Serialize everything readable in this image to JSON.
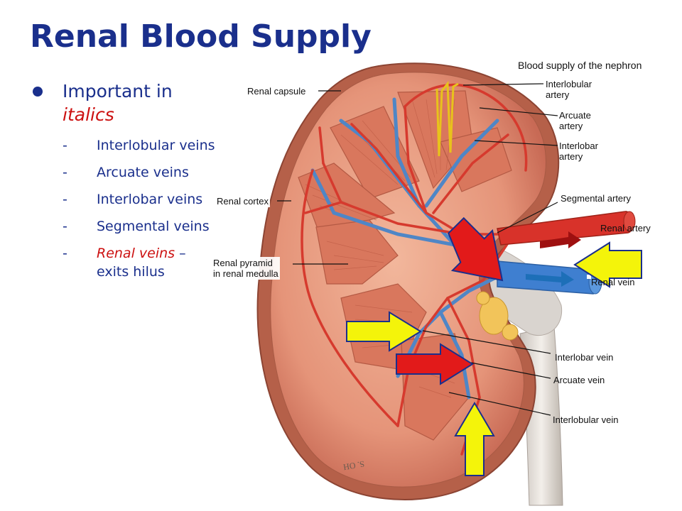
{
  "slide": {
    "title": "Renal Blood Supply",
    "bullet": {
      "text": "Important in",
      "emphasis": "italics"
    },
    "sub_items": [
      {
        "dash": "-",
        "label": "Interlobular veins"
      },
      {
        "dash": "-",
        "label": "Arcuate veins"
      },
      {
        "dash": "-",
        "label": "Interlobar veins"
      },
      {
        "dash": "-",
        "label": "Segmental veins"
      },
      {
        "dash": "-",
        "label": "Renal veins",
        "suffix": " –",
        "tail": "exits hilus"
      }
    ]
  },
  "figure": {
    "heading": "Blood supply of the nephron",
    "labels": {
      "renal_capsule": "Renal capsule",
      "renal_cortex": "Renal cortex",
      "renal_pyramid": [
        "Renal pyramid",
        "in renal medulla"
      ],
      "interlobular_artery": [
        "Interlobular",
        "artery"
      ],
      "arcuate_artery": [
        "Arcuate",
        "artery"
      ],
      "interlobar_artery": [
        "Interlobar",
        "artery"
      ],
      "segmental_artery": "Segmental artery",
      "renal_artery": "Renal artery",
      "renal_vein": "Renal vein",
      "interlobar_vein": "Interlobar vein",
      "arcuate_vein": "Arcuate vein",
      "interlobular_vein": "Interlobular vein"
    },
    "signature": "S. OH"
  },
  "colors": {
    "title": "#1a2f8c",
    "emphasis": "#cc1111",
    "arrow_red": "#e21a1a",
    "arrow_yellow": "#f4f40a",
    "arrow_outline": "#1a2f8c"
  }
}
